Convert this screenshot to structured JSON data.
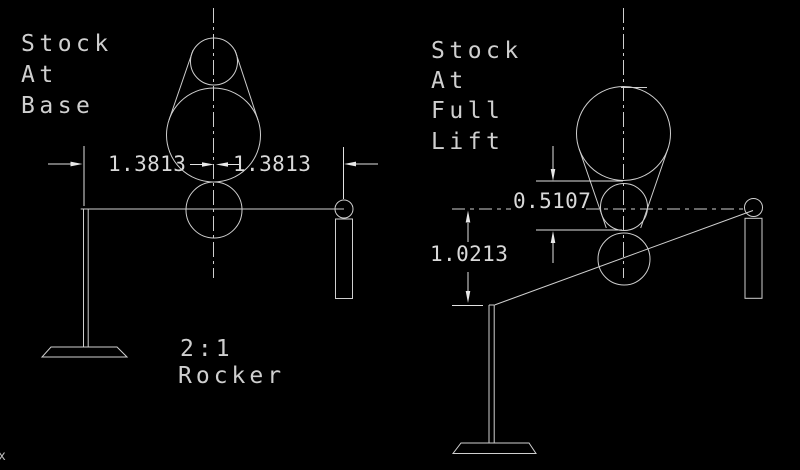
{
  "canvas": {
    "background_color": "#000000",
    "line_color": "#cfcfcf",
    "dimension_color": "#e2e2e2"
  },
  "left_view": {
    "title_lines": [
      "Stock",
      "At",
      "Base"
    ],
    "dim_left_value": "1.3813",
    "dim_right_value": "1.3813",
    "note_lines": [
      "2:1",
      "Rocker"
    ]
  },
  "right_view": {
    "title_lines": [
      "Stock",
      "At",
      "Full",
      "Lift"
    ],
    "lift_dim_value": "0.5107",
    "drop_dim_value": "1.0213"
  },
  "ucs_icon": {
    "x_label": "x"
  }
}
